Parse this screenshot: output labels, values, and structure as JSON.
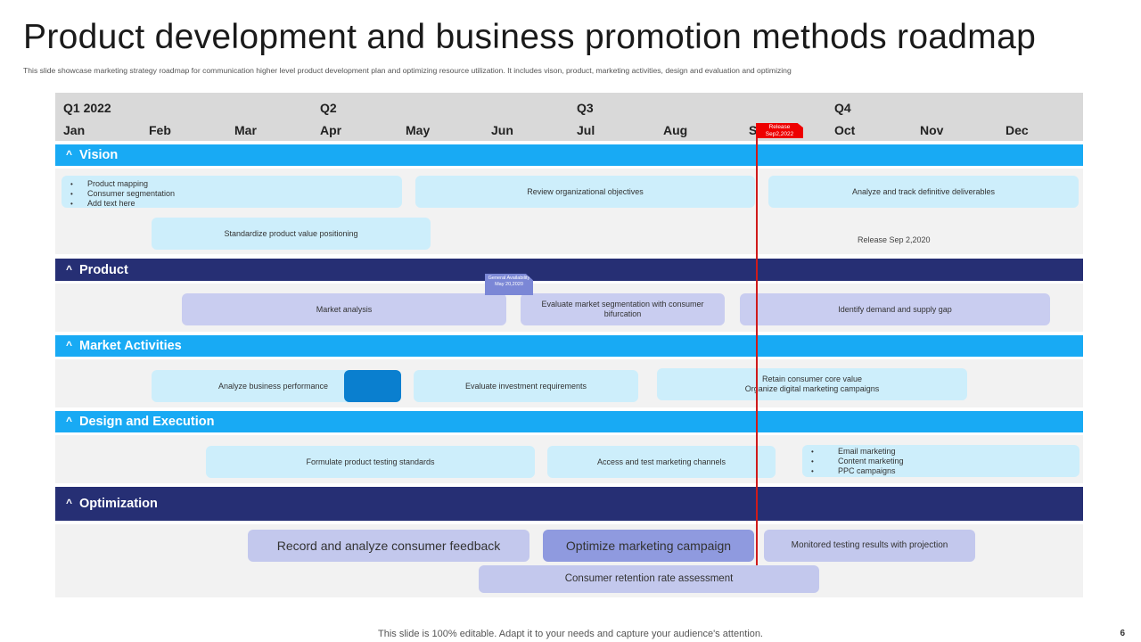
{
  "slide": {
    "title": "Product development and business promotion methods roadmap",
    "subtitle": "This slide showcase marketing strategy roadmap for communication higher level product development plan and optimizing resource utilization. It includes vison, product, marketing activities, design and evaluation and optimizing",
    "footer": "This slide is 100% editable. Adapt it to your needs and capture your audience's attention.",
    "page_number": "6"
  },
  "timeline": {
    "quarters": [
      "Q1 2022",
      "Q2",
      "Q3",
      "Q4"
    ],
    "months": [
      "Jan",
      "Feb",
      "Mar",
      "Apr",
      "May",
      "Jun",
      "Jul",
      "Aug",
      "Sep",
      "Oct",
      "Nov",
      "Dec"
    ],
    "today_flag": "Release Sep2,2022"
  },
  "sections": {
    "vision": {
      "label": "Vision",
      "bullets": [
        "Product mapping",
        "Consumer segmentation",
        "Add text here"
      ],
      "review": "Review organizational objectives",
      "analyze": "Analyze and track definitive deliverables",
      "standardize": "Standardize product value positioning",
      "release_note": "Release Sep 2,2020"
    },
    "product": {
      "label": "Product",
      "ga_flag": "General Availability May 20,2020",
      "market_analysis": "Market analysis",
      "evaluate_segmentation": "Evaluate market segmentation with consumer bifurcation",
      "identify_gap": "Identify demand and supply gap"
    },
    "market": {
      "label": "Market Activities",
      "analyze_performance": "Analyze business performance",
      "evaluate_investment": "Evaluate investment requirements",
      "retain_line1": "Retain consumer core value",
      "retain_line2": "Organize digital marketing campaigns"
    },
    "design": {
      "label": "Design and Execution",
      "formulate": "Formulate product testing standards",
      "access": "Access and test marketing channels",
      "bullets": [
        "Email marketing",
        "Content marketing",
        "PPC campaigns"
      ]
    },
    "optimization": {
      "label": "Optimization",
      "record": "Record and analyze consumer feedback",
      "optimize": "Optimize marketing campaign",
      "monitored": "Monitored testing results with projection",
      "retention": "Consumer retention rate assessment"
    }
  },
  "colors": {
    "header_light": "#18aaf4",
    "header_dark": "#262f74",
    "bar_light": "#cdeefb",
    "bar_lavender": "#c9cdf0",
    "bar_purple": "#8f9adf",
    "today_line": "#d01a1a"
  }
}
